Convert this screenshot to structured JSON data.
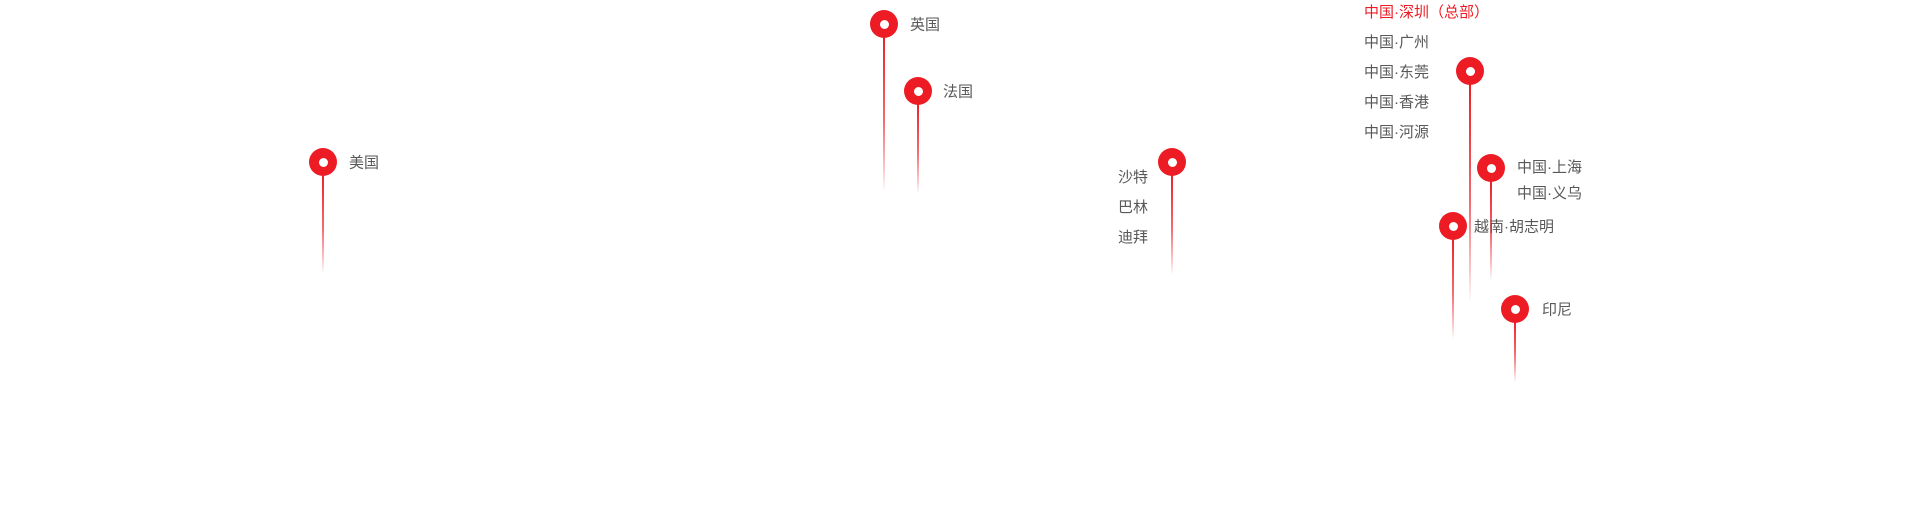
{
  "page": {
    "background_color": "#ffffff"
  },
  "map": {
    "pin_color": "#ed1c24",
    "label_color": "#595757",
    "highlight_color": "#ed1c24",
    "markers": [
      {
        "id": "usa",
        "label": "美国"
      },
      {
        "id": "uk",
        "label": "英国"
      },
      {
        "id": "france",
        "label": "法国"
      },
      {
        "id": "middle-east",
        "labels": [
          "沙特",
          "巴林",
          "迪拜"
        ]
      },
      {
        "id": "china-headquarters",
        "labels": [
          "中国·深圳（总部）",
          "中国·广州",
          "中国·东莞",
          "中国·香港",
          "中国·河源"
        ],
        "highlighted_label": "中国·深圳（总部）"
      },
      {
        "id": "east-china",
        "labels": [
          "中国·上海",
          "中国·义乌"
        ]
      },
      {
        "id": "vietnam",
        "label": "越南·胡志明"
      },
      {
        "id": "indonesia",
        "label": "印尼"
      }
    ]
  }
}
